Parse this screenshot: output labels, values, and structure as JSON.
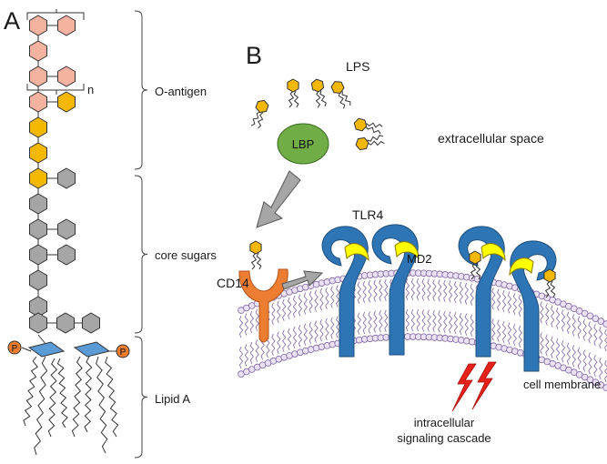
{
  "panel_a": {
    "letter": "A",
    "repeat_marker": "n",
    "regions": [
      "O-antigen",
      "core sugars",
      "Lipid A"
    ],
    "phosphate_label": "P"
  },
  "panel_b": {
    "letter": "B",
    "labels": {
      "lps": "LPS",
      "lbp": "LBP",
      "extracellular": "extracellular space",
      "tlr4": "TLR4",
      "md2": "MD2",
      "cd14": "CD14",
      "membrane": "cell membrane",
      "signal_line1": "intracellular",
      "signal_line2": "signaling cascade"
    }
  },
  "colors": {
    "o_antigen_hex": "#f4b3a0",
    "outer_core_hex": "#f5b800",
    "core_hex": "#a6a6a6",
    "lipid_a_blue": "#5b9bd5",
    "phosphate": "#ed7d31",
    "lbp_green": "#70ad47",
    "tlr4_blue": "#2e75b6",
    "md2_yellow": "#ffff00",
    "cd14_orange": "#ed7d31",
    "membrane_purple": "#8064a2",
    "arrow_gray": "#a6a6a6",
    "lightning_red": "#e8221b"
  }
}
